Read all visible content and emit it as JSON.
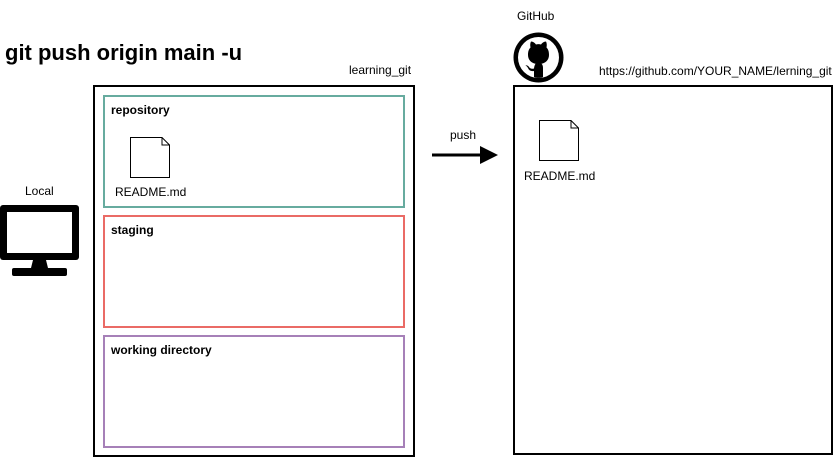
{
  "title": "git push origin main -u",
  "local": {
    "label": "Local",
    "icon": "monitor-icon"
  },
  "local_repo": {
    "name": "learning_git",
    "sections": {
      "repository": {
        "label": "repository",
        "color": "#67AB9F",
        "files": [
          "README.md"
        ]
      },
      "staging": {
        "label": "staging",
        "color": "#EA6B66"
      },
      "working_directory": {
        "label": "working directory",
        "color": "#A680B8"
      }
    }
  },
  "arrow": {
    "label": "push"
  },
  "remote": {
    "label": "GitHub",
    "icon": "github-icon",
    "url": "https://github.com/YOUR_NAME/lerning_git",
    "files": [
      "README.md"
    ]
  }
}
